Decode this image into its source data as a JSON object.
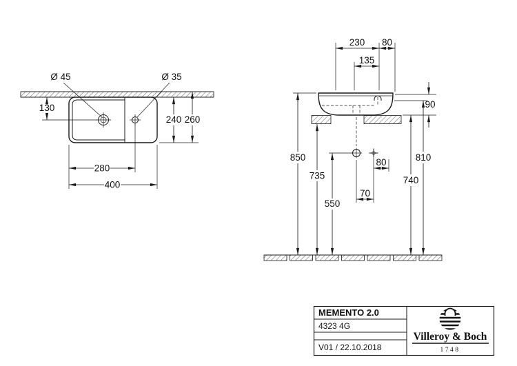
{
  "top_view": {
    "label_drain": "Ø 45",
    "label_taphole": "Ø 35",
    "dim_depth_to_drain": "130",
    "dim_depth_basin": "240",
    "dim_depth_total": "260",
    "dim_width_to_taphole": "280",
    "dim_width_total": "400"
  },
  "front_view": {
    "dim_230": "230",
    "dim_80_top": "80",
    "dim_135": "135",
    "dim_90": "90",
    "dim_850": "850",
    "dim_810": "810",
    "dim_735": "735",
    "dim_740": "740",
    "dim_550": "550",
    "dim_80_fix": "80",
    "dim_70": "70"
  },
  "title_block": {
    "product_name": "MEMENTO 2.0",
    "article_number": "4323 4G",
    "version_date": "V01 / 22.10.2018",
    "brand_name": "Villeroy & Boch",
    "brand_year": "1748"
  },
  "colors": {
    "line": "#1a1a1a",
    "background": "#ffffff"
  }
}
